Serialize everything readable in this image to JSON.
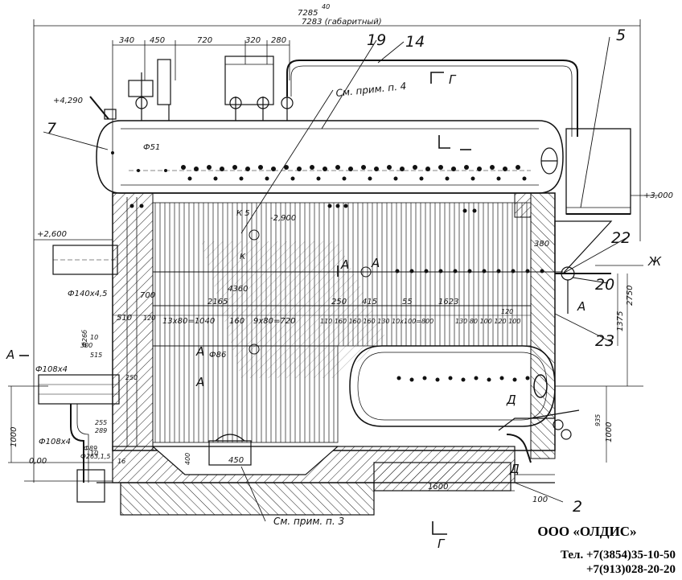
{
  "dimensions": {
    "overall": "7285",
    "overall_ref": "40",
    "overall_gab": "7283 (габаритный)",
    "top_340": "340",
    "top_450": "450",
    "top_720": "720",
    "top_320": "320",
    "top_280": "280",
    "elev_4290": "+4,290",
    "elev_3000": "+3,000",
    "elev_2600": "+2,600",
    "elev_2900": "-2,900",
    "elev_000": "0,00",
    "d51": "Ф51",
    "d140": "Ф140х4,5",
    "d86": "Ф86",
    "d108a": "Ф108х4",
    "d108b": "Ф108х4",
    "d89": "Ф89",
    "d263": "Ф263,1,5",
    "d26b": "Ф26б",
    "d4360": "4360",
    "d2165": "2165",
    "d700": "700",
    "d250": "250",
    "d415": "415",
    "d55": "55",
    "d1623": "1623",
    "d510": "510",
    "d120a": "120",
    "d13x80": "13х80=1040",
    "d160": "160",
    "d9x80": "9х80=720",
    "d_seq": "110 160 160 160 130 10х100=800",
    "d_seq2": "130 80 100 120 100",
    "d120b": "120",
    "d380": "380",
    "d2750": "2750",
    "d1375": "1375",
    "d300": "300",
    "d515": "515",
    "d250b": "250",
    "d1000a": "1000",
    "d1000b": "1000",
    "d255": "255",
    "d289": "289",
    "d935": "935",
    "d1600": "1600",
    "d100": "100",
    "d450": "450",
    "d400": "400",
    "r10": "10",
    "d16": "16"
  },
  "callouts": {
    "c5": "5",
    "c7": "7",
    "c14": "14",
    "c19": "19",
    "c2": "2",
    "c20": "20",
    "c22": "22",
    "c23": "23"
  },
  "notes": {
    "note4": "См. прим. п. 4",
    "note3": "См. прим. п. 3"
  },
  "sections": {
    "A": "А",
    "G": "Г",
    "D": "Д",
    "K": "К",
    "Zh": "Ж",
    "K5": "К 5"
  },
  "company": {
    "name": "ООО «ОЛДИС»",
    "phone1": "Тел. +7(3854)35-10-50",
    "phone2": "+7(913)028-20-20"
  }
}
